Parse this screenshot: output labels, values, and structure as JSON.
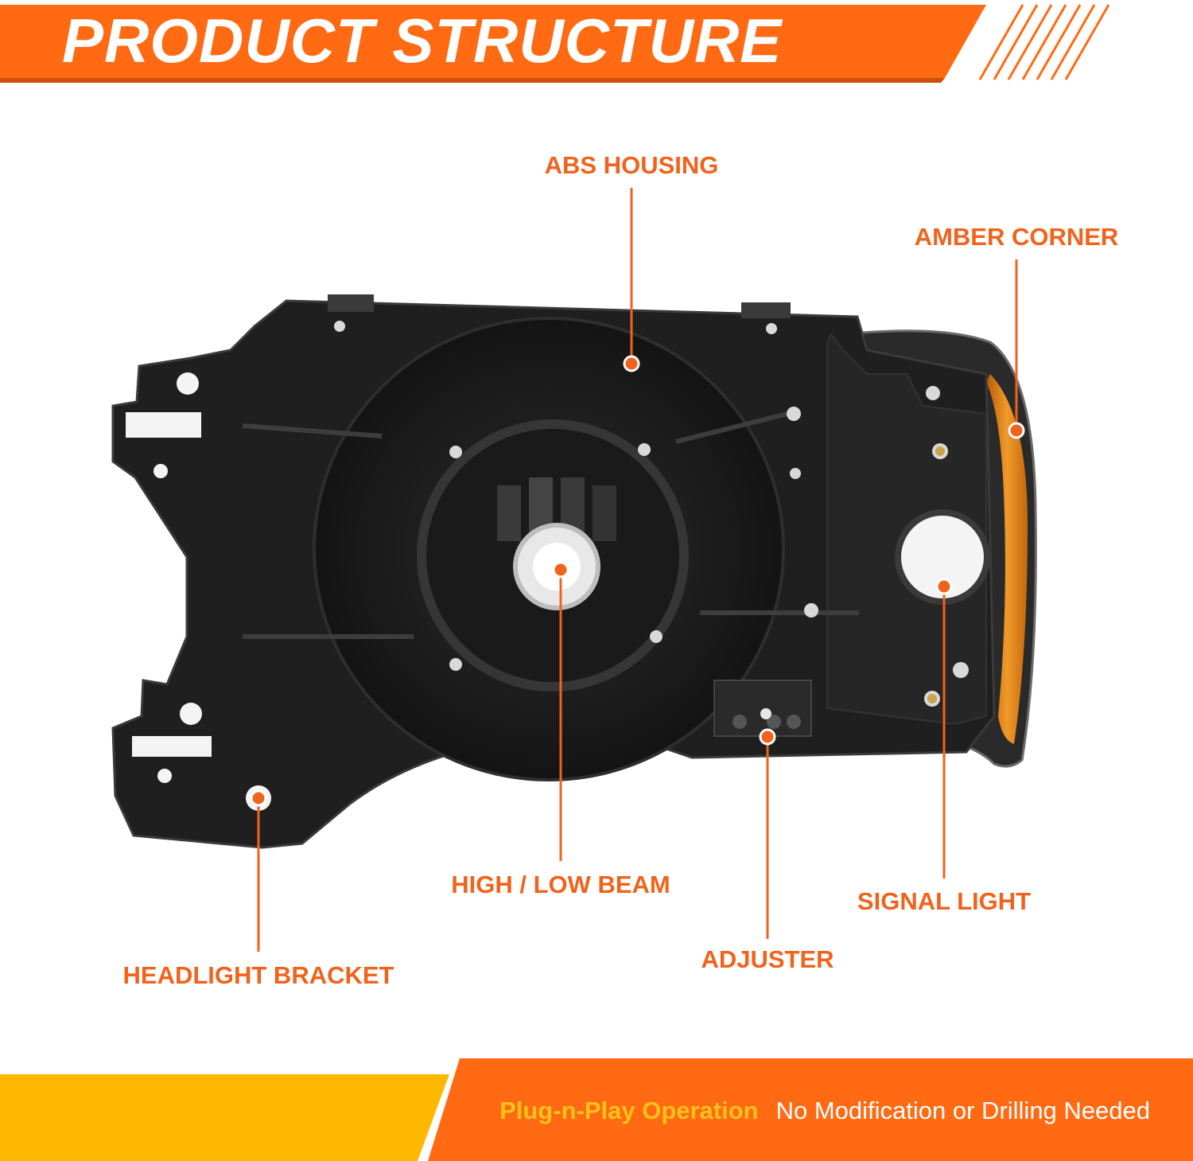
{
  "banner": {
    "title": "PRODUCT STRUCTURE",
    "color": "#ff6a13",
    "stripe_color": "#ff6a13"
  },
  "callouts": {
    "abs_housing": "ABS HOUSING",
    "amber_corner": "AMBER CORNER",
    "high_low_beam": "HIGH  / LOW BEAM",
    "signal_light": "SIGNAL LIGHT",
    "adjuster": "ADJUSTER",
    "headlight_bracket": "HEADLIGHT BRACKET"
  },
  "footer": {
    "feature_highlight": "Plug-n-Play Operation",
    "feature_text": "No Modification or Drilling Needed",
    "accent_color": "#ff6a13",
    "highlight_color": "#ffb800"
  },
  "colors": {
    "callout": "#f0631c",
    "housing": "#1c1c1c",
    "amber_lens": "#e07a10"
  }
}
